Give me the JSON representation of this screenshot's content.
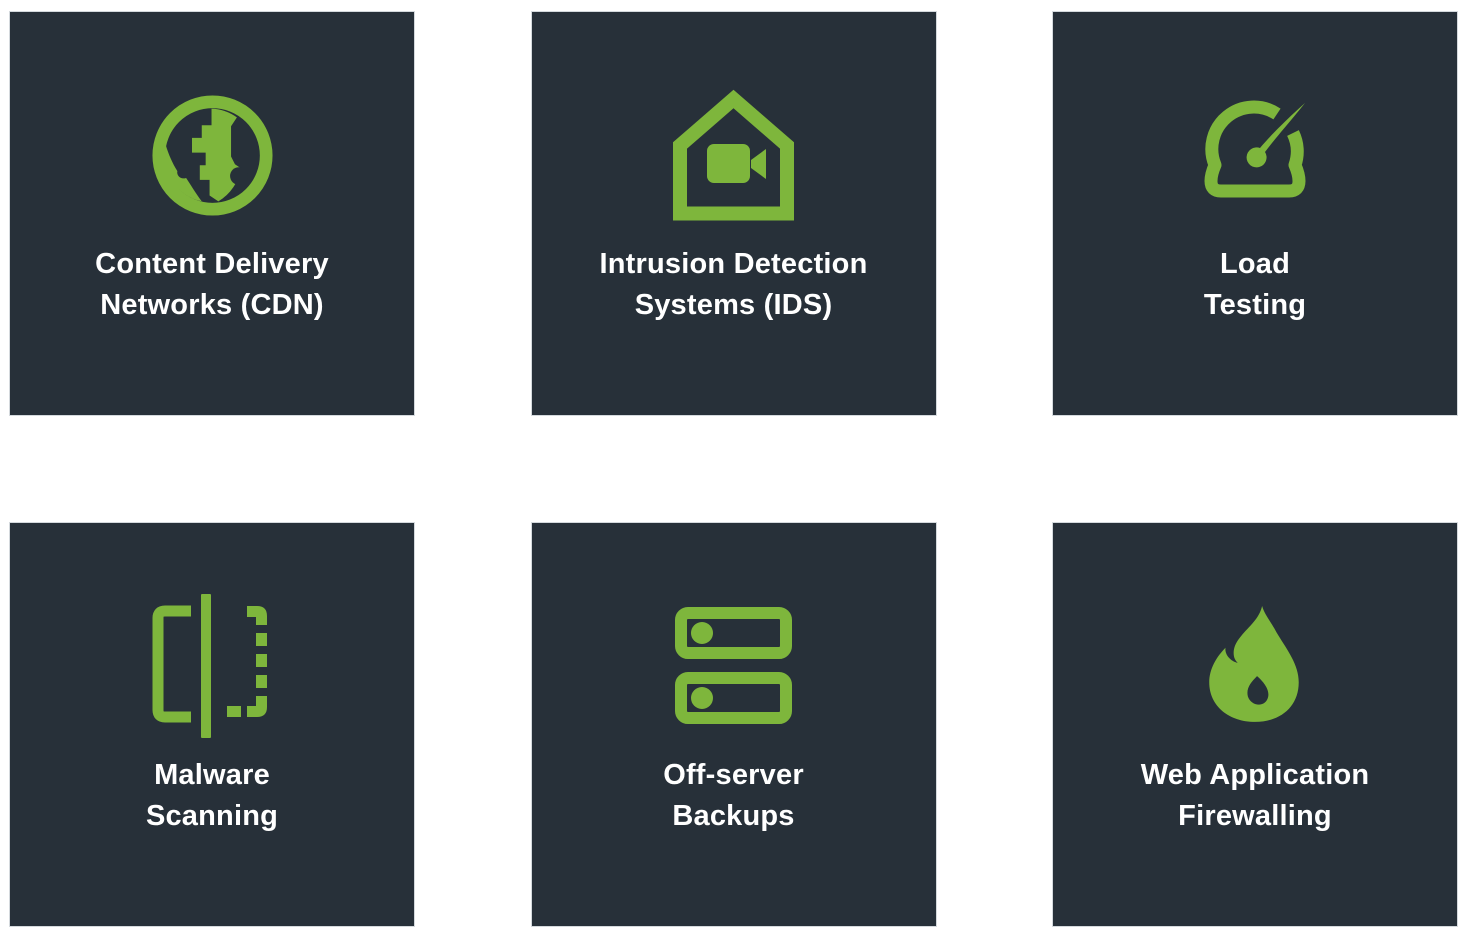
{
  "theme": {
    "page_bg": "#ffffff",
    "card_bg": "#273039",
    "green": "#7eb63c",
    "text_color": "#ffffff"
  },
  "cards": [
    {
      "icon": "globe-icon",
      "label_line1": "Content Delivery",
      "label_line2": "Networks (CDN)"
    },
    {
      "icon": "house-camera-icon",
      "label_line1": "Intrusion Detection",
      "label_line2": "Systems (IDS)"
    },
    {
      "icon": "speedometer-icon",
      "label_line1": "Load",
      "label_line2": "Testing"
    },
    {
      "icon": "scanner-icon",
      "label_line1": "Malware",
      "label_line2": "Scanning"
    },
    {
      "icon": "server-stack-icon",
      "label_line1": "Off-server",
      "label_line2": "Backups"
    },
    {
      "icon": "flame-icon",
      "label_line1": "Web Application",
      "label_line2": "Firewalling"
    }
  ]
}
